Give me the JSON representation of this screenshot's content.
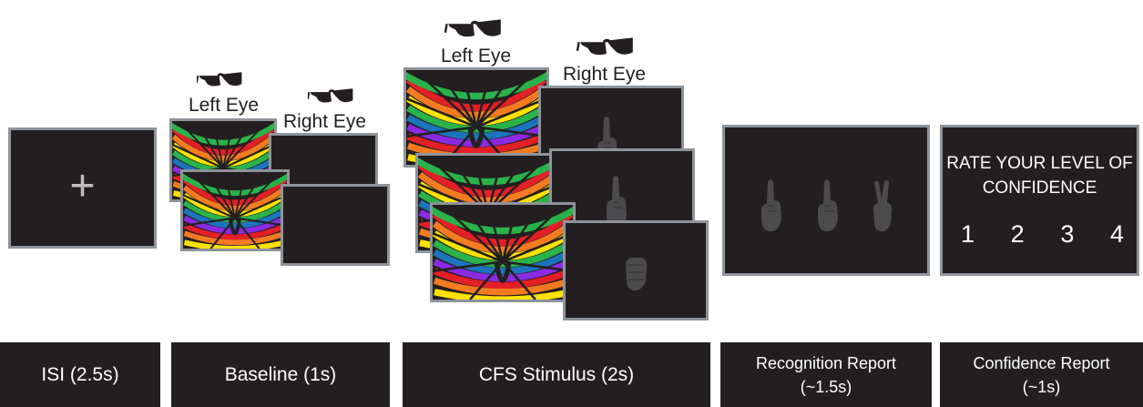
{
  "eye_labels": {
    "left": "Left Eye",
    "right": "Right Eye"
  },
  "isi": {
    "symbol": "+"
  },
  "confidence_screen": {
    "line1": "RATE YOUR LEVEL OF",
    "line2": "CONFIDENCE",
    "options": [
      "1",
      "2",
      "3",
      "4"
    ]
  },
  "stages": [
    {
      "line1": "ISI (2.5s)",
      "line2": ""
    },
    {
      "line1": "Baseline (1s)",
      "line2": ""
    },
    {
      "line1": "CFS Stimulus (2s)",
      "line2": ""
    },
    {
      "line1": "Recognition Report",
      "line2": "(~1.5s)"
    },
    {
      "line1": "Confidence Report",
      "line2": "(~1s)"
    }
  ],
  "icons": [
    "3d-glasses-icon",
    "hand-gesture-icon",
    "mondrian-mask"
  ],
  "colors": {
    "screen": "#231f20",
    "border": "#8e949a",
    "label_bg": "#231f20",
    "text": "#ffffff"
  }
}
